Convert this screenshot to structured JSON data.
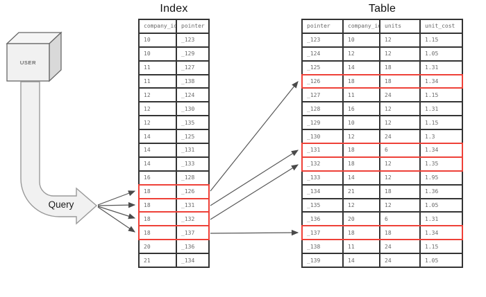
{
  "titles": {
    "index": "Index",
    "table": "Table"
  },
  "diagram": {
    "user_label": "USER",
    "query_label": "Query",
    "icons": [
      "user-cube-icon",
      "query-elbow-arrow-icon",
      "lookup-arrow-icon",
      "pointer-arrow-icon"
    ]
  },
  "colors": {
    "highlight_red": "#ee4037",
    "table_border": "#333333",
    "arrow_gray": "#555555",
    "shape_fill": "#f1f1f1",
    "shape_side_fill": "#d9d9d9"
  },
  "index": {
    "columns": [
      "company_id",
      "pointer"
    ],
    "rows": [
      {
        "company_id": "10",
        "pointer": "_123",
        "highlight": false
      },
      {
        "company_id": "10",
        "pointer": "_129",
        "highlight": false
      },
      {
        "company_id": "11",
        "pointer": "_127",
        "highlight": false
      },
      {
        "company_id": "11",
        "pointer": "_138",
        "highlight": false
      },
      {
        "company_id": "12",
        "pointer": "_124",
        "highlight": false
      },
      {
        "company_id": "12",
        "pointer": "_130",
        "highlight": false
      },
      {
        "company_id": "12",
        "pointer": "_135",
        "highlight": false
      },
      {
        "company_id": "14",
        "pointer": "_125",
        "highlight": false
      },
      {
        "company_id": "14",
        "pointer": "_131",
        "highlight": false
      },
      {
        "company_id": "14",
        "pointer": "_133",
        "highlight": false
      },
      {
        "company_id": "16",
        "pointer": "_128",
        "highlight": false
      },
      {
        "company_id": "18",
        "pointer": "_126",
        "highlight": true
      },
      {
        "company_id": "18",
        "pointer": "_131",
        "highlight": true
      },
      {
        "company_id": "18",
        "pointer": "_132",
        "highlight": true
      },
      {
        "company_id": "18",
        "pointer": "_137",
        "highlight": true
      },
      {
        "company_id": "20",
        "pointer": "_136",
        "highlight": false
      },
      {
        "company_id": "21",
        "pointer": "_134",
        "highlight": false
      }
    ]
  },
  "table": {
    "columns": [
      "pointer",
      "company_id",
      "units",
      "unit_cost"
    ],
    "rows": [
      {
        "pointer": "_123",
        "company_id": "10",
        "units": "12",
        "unit_cost": "1.15",
        "highlight": false
      },
      {
        "pointer": "_124",
        "company_id": "12",
        "units": "12",
        "unit_cost": "1.05",
        "highlight": false
      },
      {
        "pointer": "_125",
        "company_id": "14",
        "units": "18",
        "unit_cost": "1.31",
        "highlight": false
      },
      {
        "pointer": "_126",
        "company_id": "18",
        "units": "18",
        "unit_cost": "1.34",
        "highlight": true
      },
      {
        "pointer": "_127",
        "company_id": "11",
        "units": "24",
        "unit_cost": "1.15",
        "highlight": false
      },
      {
        "pointer": "_128",
        "company_id": "16",
        "units": "12",
        "unit_cost": "1.31",
        "highlight": false
      },
      {
        "pointer": "_129",
        "company_id": "10",
        "units": "12",
        "unit_cost": "1.15",
        "highlight": false
      },
      {
        "pointer": "_130",
        "company_id": "12",
        "units": "24",
        "unit_cost": "1.3",
        "highlight": false
      },
      {
        "pointer": "_131",
        "company_id": "18",
        "units": "6",
        "unit_cost": "1.34",
        "highlight": true
      },
      {
        "pointer": "_132",
        "company_id": "18",
        "units": "12",
        "unit_cost": "1.35",
        "highlight": true
      },
      {
        "pointer": "_133",
        "company_id": "14",
        "units": "12",
        "unit_cost": "1.95",
        "highlight": false
      },
      {
        "pointer": "_134",
        "company_id": "21",
        "units": "18",
        "unit_cost": "1.36",
        "highlight": false
      },
      {
        "pointer": "_135",
        "company_id": "12",
        "units": "12",
        "unit_cost": "1.05",
        "highlight": false
      },
      {
        "pointer": "_136",
        "company_id": "20",
        "units": "6",
        "unit_cost": "1.31",
        "highlight": false
      },
      {
        "pointer": "_137",
        "company_id": "18",
        "units": "18",
        "unit_cost": "1.34",
        "highlight": true
      },
      {
        "pointer": "_138",
        "company_id": "11",
        "units": "24",
        "unit_cost": "1.15",
        "highlight": false
      },
      {
        "pointer": "_139",
        "company_id": "14",
        "units": "24",
        "unit_cost": "1.05",
        "highlight": false
      }
    ]
  }
}
